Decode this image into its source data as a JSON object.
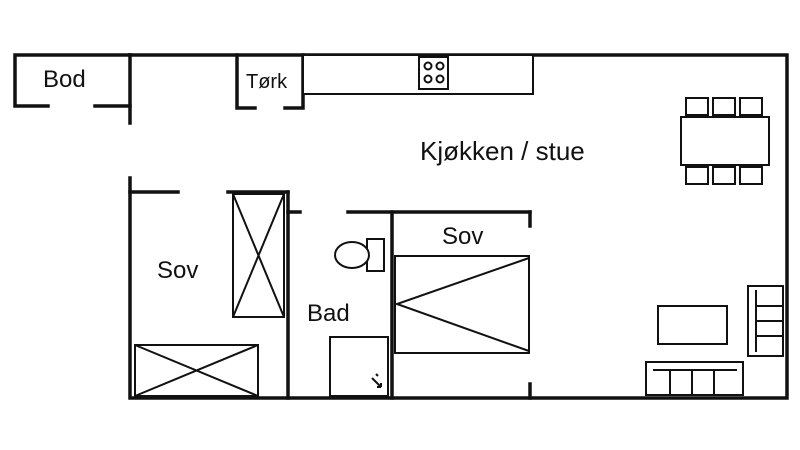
{
  "rooms": {
    "bod": "Bod",
    "tork": "Tørk",
    "kitchen_living": "Kjøkken / stue",
    "sov_left": "Sov",
    "sov_right": "Sov",
    "bad": "Bad"
  },
  "colors": {
    "ink": "#111111",
    "background": "#ffffff"
  }
}
